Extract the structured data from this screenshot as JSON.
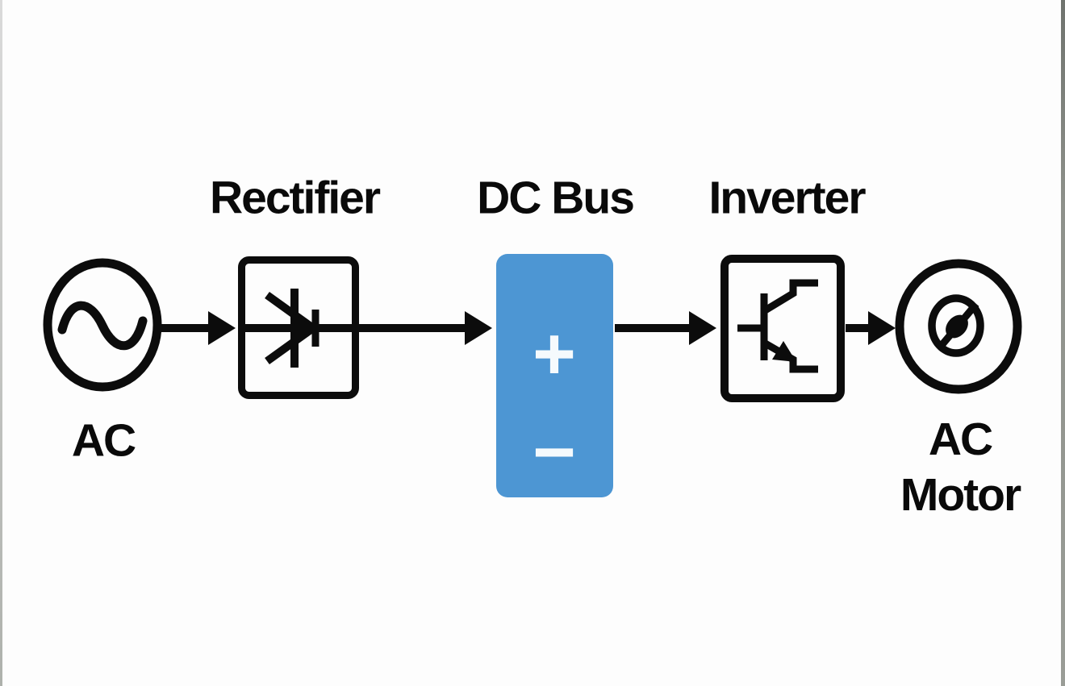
{
  "colors": {
    "line": "#0c0c0c",
    "text": "#0a0a0a",
    "dc_bus": "#4d96d3",
    "dc_bus_symbol": "#f5fafd",
    "background": "#fdfdfd",
    "edge_left": "#dadada",
    "edge_right": "#8e918b"
  },
  "diagram": {
    "type": "block-diagram",
    "flow_order": [
      "AC source",
      "Rectifier",
      "DC Bus",
      "Inverter",
      "AC Motor"
    ],
    "labels": {
      "source": "AC",
      "rectifier": "Rectifier",
      "dc_bus": "DC Bus",
      "inverter": "Inverter",
      "motor_line1": "AC",
      "motor_line2": "Motor"
    },
    "dc_bus_symbols": {
      "plus": "+",
      "minus": "−"
    },
    "icons": {
      "source": "sine-wave-circle",
      "rectifier": "thyristor-diode",
      "inverter": "transistor",
      "motor": "rotor-circle"
    }
  }
}
